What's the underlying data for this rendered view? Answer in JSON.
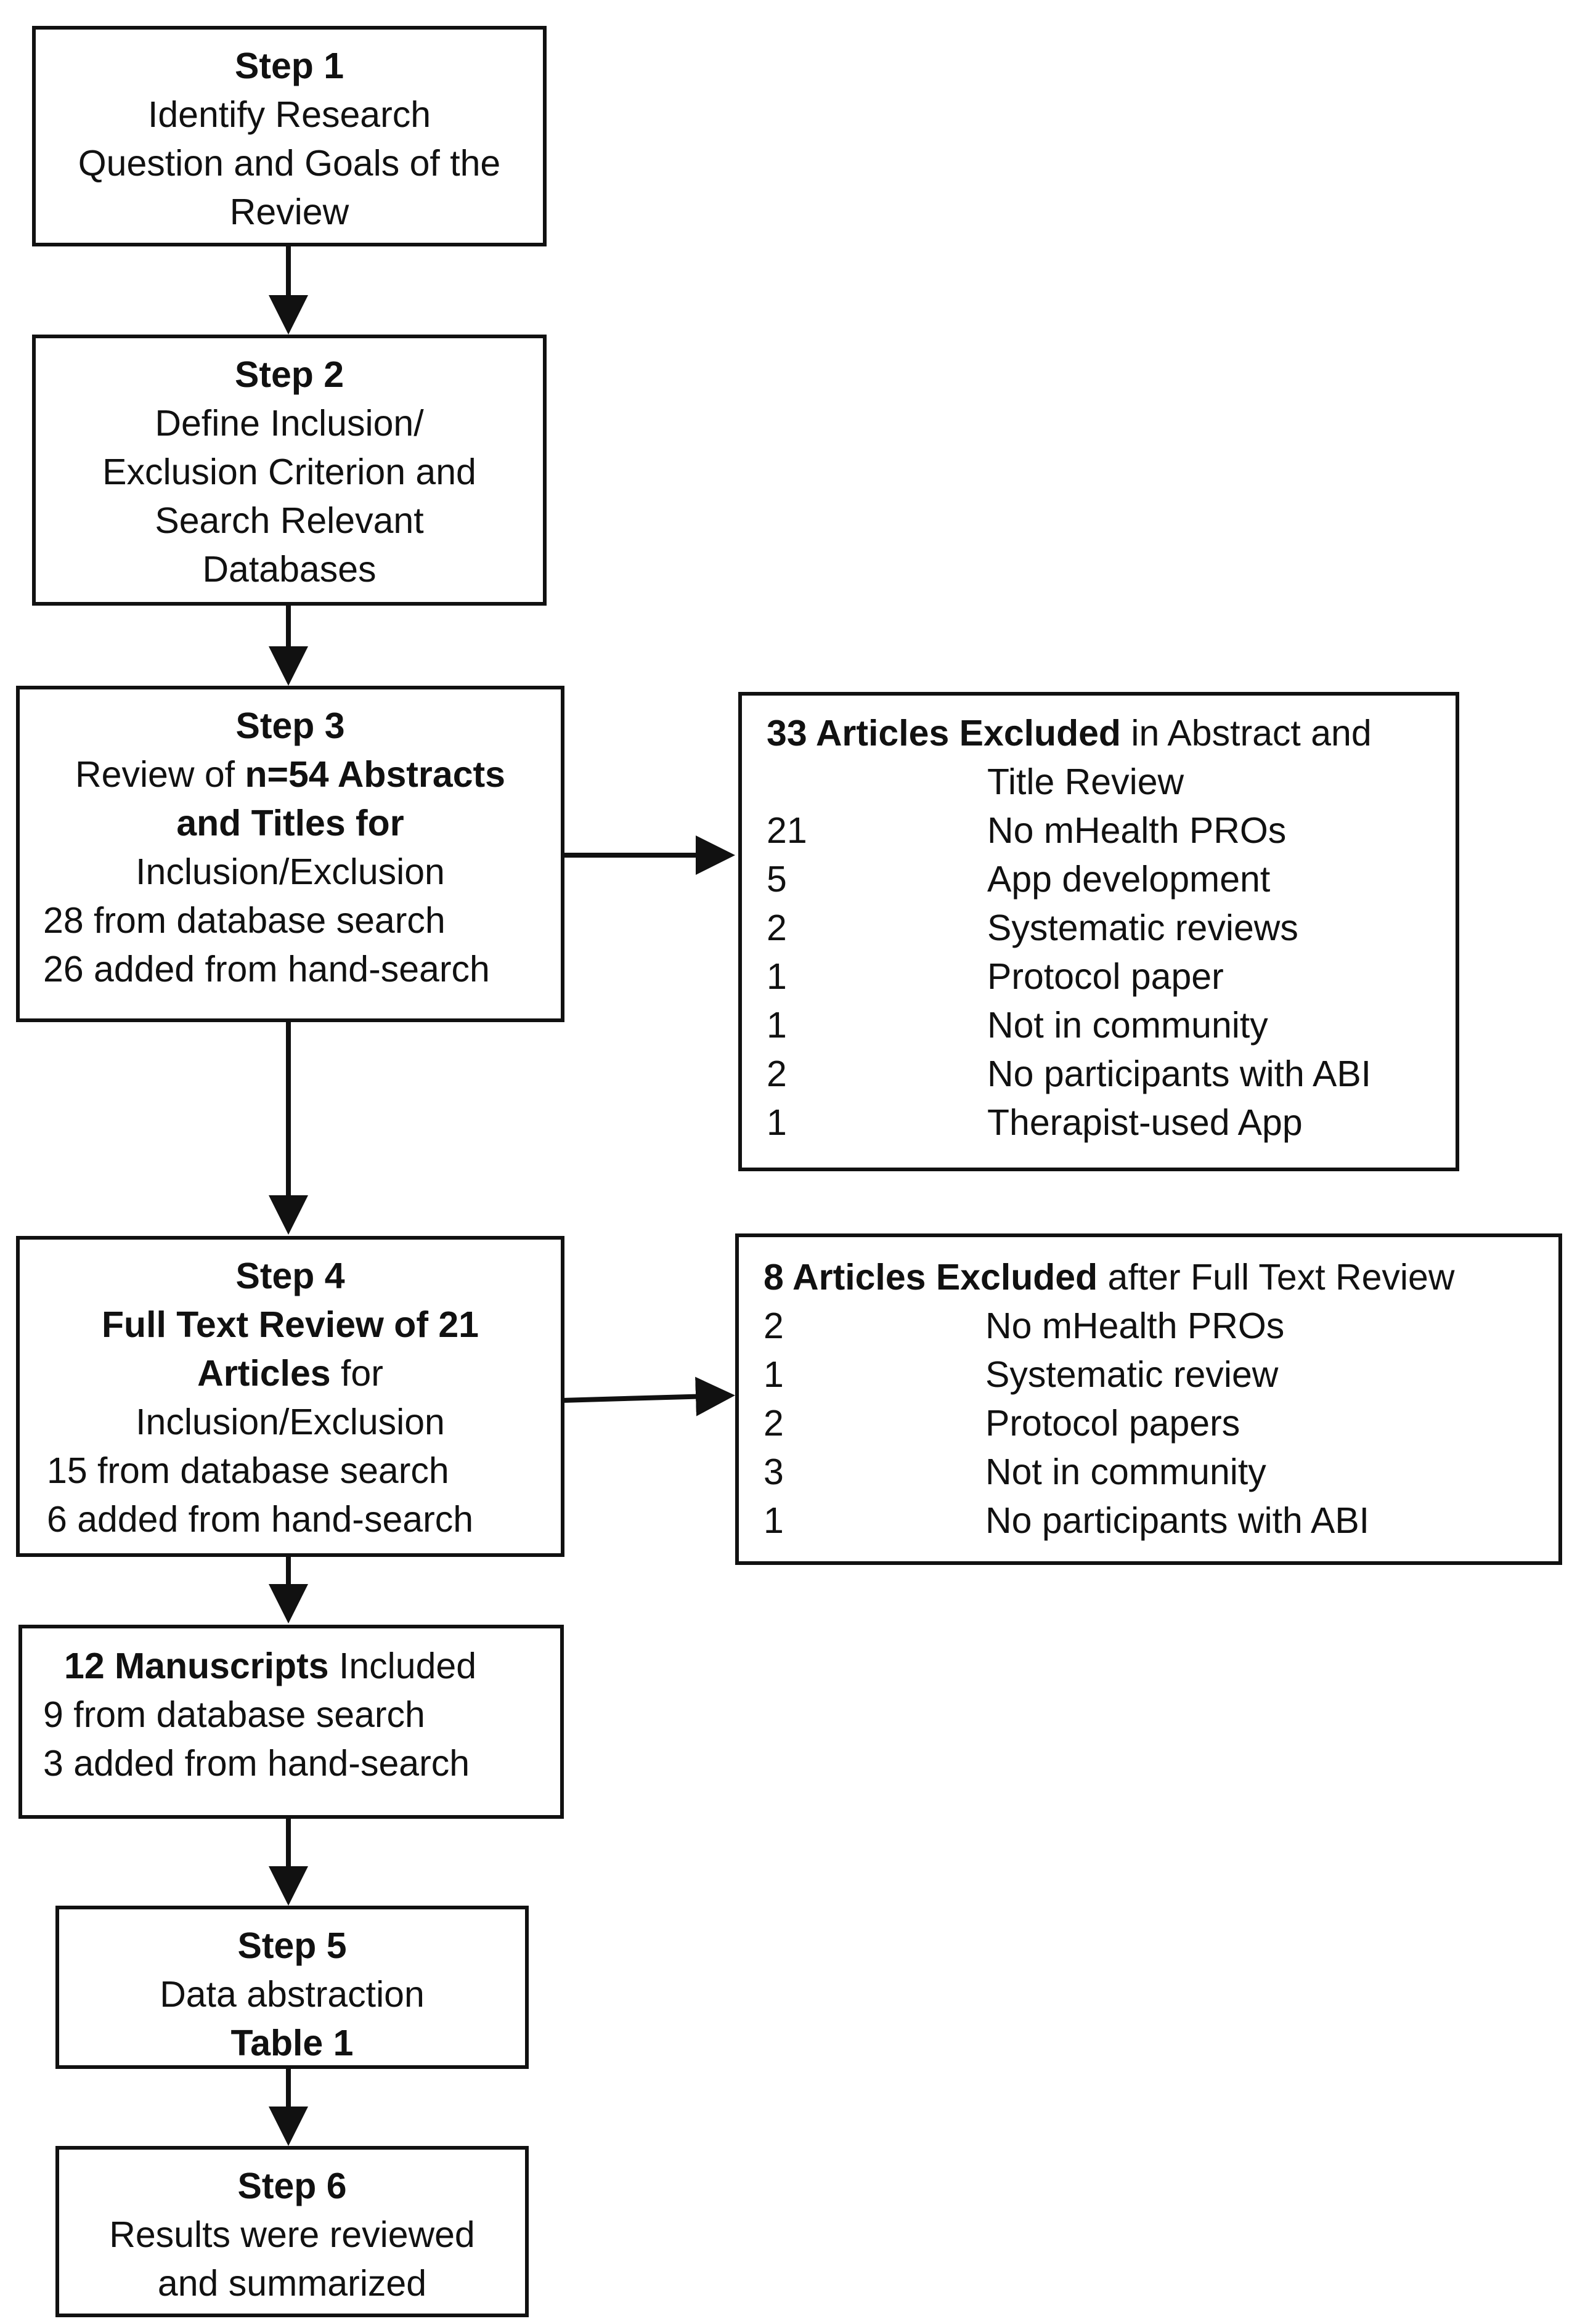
{
  "step1": {
    "title": "Step 1",
    "lines": [
      "Identify Research",
      "Question and Goals of the",
      "Review"
    ]
  },
  "step2": {
    "title": "Step 2",
    "lines": [
      "Define Inclusion/",
      "Exclusion Criterion and",
      "Search Relevant",
      "Databases"
    ]
  },
  "step3": {
    "title": "Step 3",
    "line1_prefix": "Review of ",
    "line1_bold": "n=54 Abstracts",
    "line2_bold": "and Titles for",
    "line3": "Inclusion/Exclusion",
    "line4": "28 from database search",
    "line5": "26 added from hand-search"
  },
  "exclusion1": {
    "header_bold": "33 Articles Excluded",
    "header_rest": " in Abstract and",
    "header_line2": "Title Review",
    "rows": [
      {
        "count": "21",
        "reason": "No mHealth PROs"
      },
      {
        "count": "5",
        "reason": "App development"
      },
      {
        "count": "2",
        "reason": "Systematic reviews"
      },
      {
        "count": "1",
        "reason": "Protocol paper"
      },
      {
        "count": "1",
        "reason": "Not in community"
      },
      {
        "count": "2",
        "reason": "No participants with ABI"
      },
      {
        "count": "1",
        "reason": "Therapist-used App"
      }
    ]
  },
  "step4": {
    "title": "Step 4",
    "line1_bold": "Full Text Review of 21",
    "line2_bold": "Articles",
    "line2_rest": " for",
    "line3": "Inclusion/Exclusion",
    "line4": "15 from database search",
    "line5": "6 added from hand-search"
  },
  "exclusion2": {
    "header_bold": "8 Articles Excluded",
    "header_rest": " after Full Text Review",
    "rows": [
      {
        "count": "2",
        "reason": "No mHealth PROs"
      },
      {
        "count": "1",
        "reason": "Systematic review"
      },
      {
        "count": "2",
        "reason": "Protocol papers"
      },
      {
        "count": "3",
        "reason": "Not in community"
      },
      {
        "count": "1",
        "reason": "No participants with ABI"
      }
    ]
  },
  "included": {
    "header_bold": "12 Manuscripts",
    "header_rest": " Included",
    "line2": "9 from database search",
    "line3": "3 added from hand-search"
  },
  "step5": {
    "title": "Step 5",
    "line1": "Data abstraction",
    "line2_bold": "Table 1"
  },
  "step6": {
    "title": "Step 6",
    "lines": [
      "Results were reviewed",
      "and summarized"
    ]
  }
}
